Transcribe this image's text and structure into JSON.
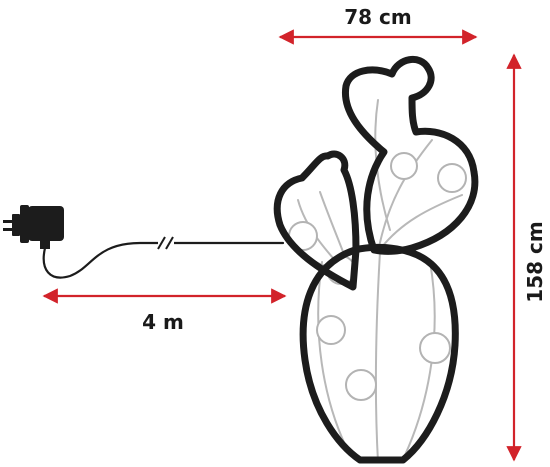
{
  "dimensions": {
    "width_label": "78 cm",
    "height_label": "158 cm",
    "cable_label": "4 m"
  },
  "colors": {
    "dimension_line": "#d2232a",
    "outline": "#1c1c1c",
    "inner_lines": "#b8b8b8"
  },
  "icons": {
    "adapter": "power-adapter-icon",
    "break_mark": "cable-break-icon"
  }
}
